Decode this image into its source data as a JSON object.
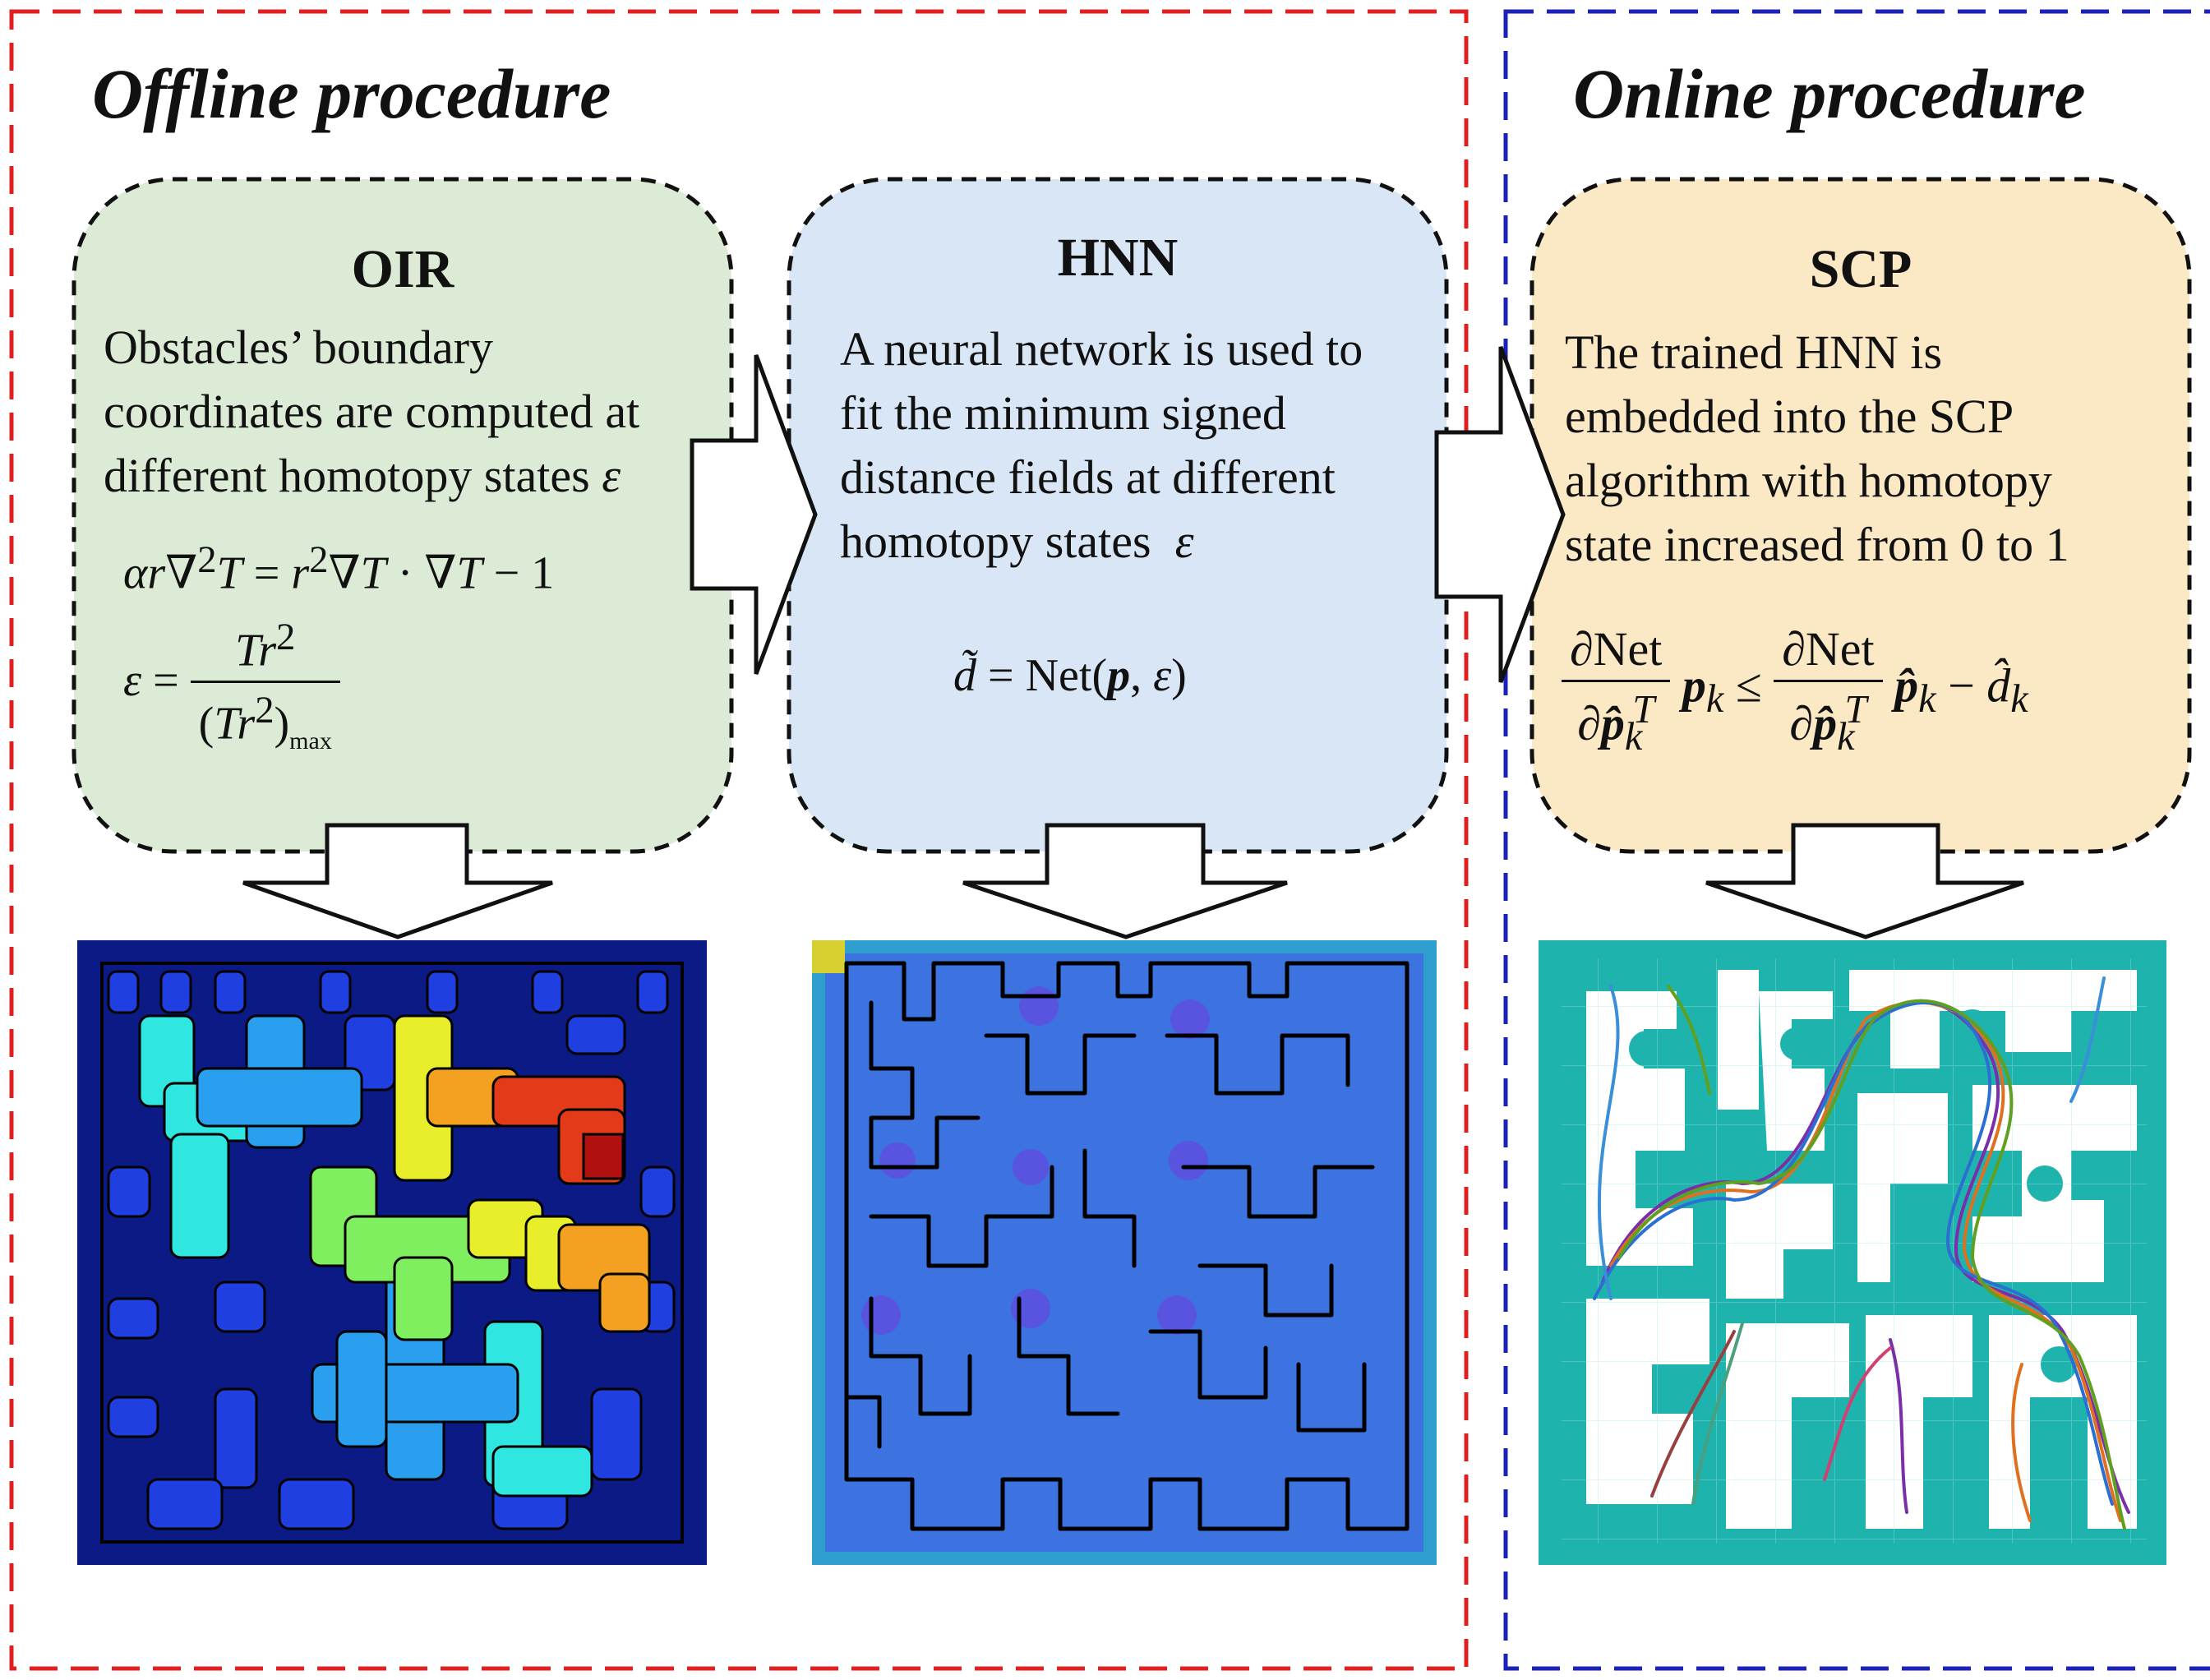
{
  "sections": {
    "offline": {
      "title": "Offline procedure",
      "color": "#e02020"
    },
    "online": {
      "title": "Online procedure",
      "color": "#1a22b8"
    }
  },
  "boxes": {
    "oir": {
      "title": "OIR",
      "lines": [
        "Obstacles’ boundary",
        "coordinates are computed at",
        "different homotopy states"
      ],
      "symbol": "ε",
      "equation1": "αr∇²T = r²∇T · ∇T − 1",
      "equation2": "ε = Tr² / (Tr²)max",
      "color": "#dcebd6"
    },
    "hnn": {
      "title": "HNN",
      "lines": [
        "A neural network is used to",
        "fit the minimum signed",
        "distance fields at different",
        "homotopy states"
      ],
      "symbol": "ε",
      "equation": "d̃ = Net(p, ε)",
      "color": "#d9e6f5"
    },
    "scp": {
      "title": "SCP",
      "lines": [
        "The trained HNN is",
        "embedded into the SCP",
        "algorithm with homotopy",
        "state increased from 0 to 1"
      ],
      "equation": "∂Net/∂p̂ₖᵀ pₖ ≤ ∂Net/∂p̂ₖᵀ p̂ₖ − d̂ₖ",
      "color": "#fbe8c4"
    }
  },
  "colors": {
    "oir_background": "#0c1a86",
    "hnn_background": "#2f7fd0",
    "scp_background": "#1fb3ae",
    "heat_low": "#2a2cf0",
    "heat_high": "#d01010"
  }
}
